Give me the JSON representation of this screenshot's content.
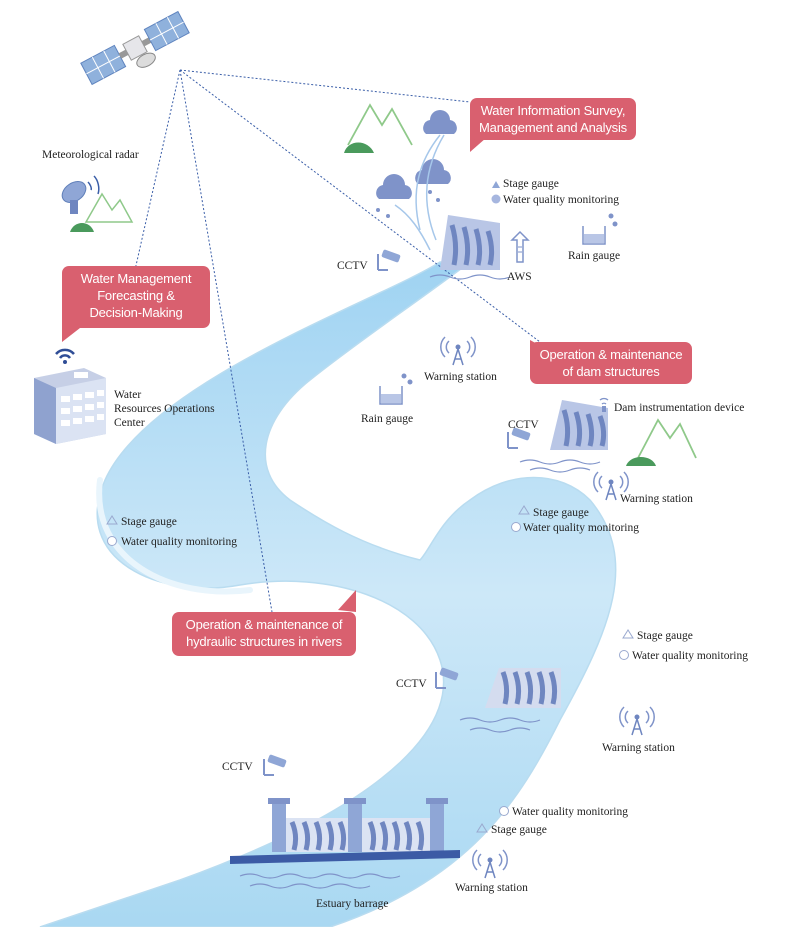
{
  "callouts": {
    "water_info": [
      "Water Information Survey,",
      "Management and Analysis"
    ],
    "water_mgmt": [
      "Water Management",
      "Forecasting &",
      "Decision-Making"
    ],
    "dam_om": [
      "Operation & maintenance",
      "of dam structures"
    ],
    "hydraulic_om": [
      "Operation & maintenance of",
      "hydraulic structures in rivers"
    ]
  },
  "labels": {
    "meteorological_radar": "Meteorological radar",
    "operations_center": [
      "Water",
      "Resources Operations",
      "Center"
    ],
    "stage_gauge": "Stage gauge",
    "water_quality_monitoring": "Water quality monitoring",
    "rain_gauge": "Rain gauge",
    "cctv": "CCTV",
    "aws": "AWS",
    "warning_station": "Warning station",
    "dam_instrumentation_device": "Dam instrumentation device",
    "estuary_barrage": "Estuary barrage"
  },
  "colors": {
    "callout": "#d9606f",
    "river": "#cfe8f8",
    "icon": "#7f93c9",
    "mountain": "#8fc98a",
    "satellite_panel": "#8fb1dc"
  }
}
